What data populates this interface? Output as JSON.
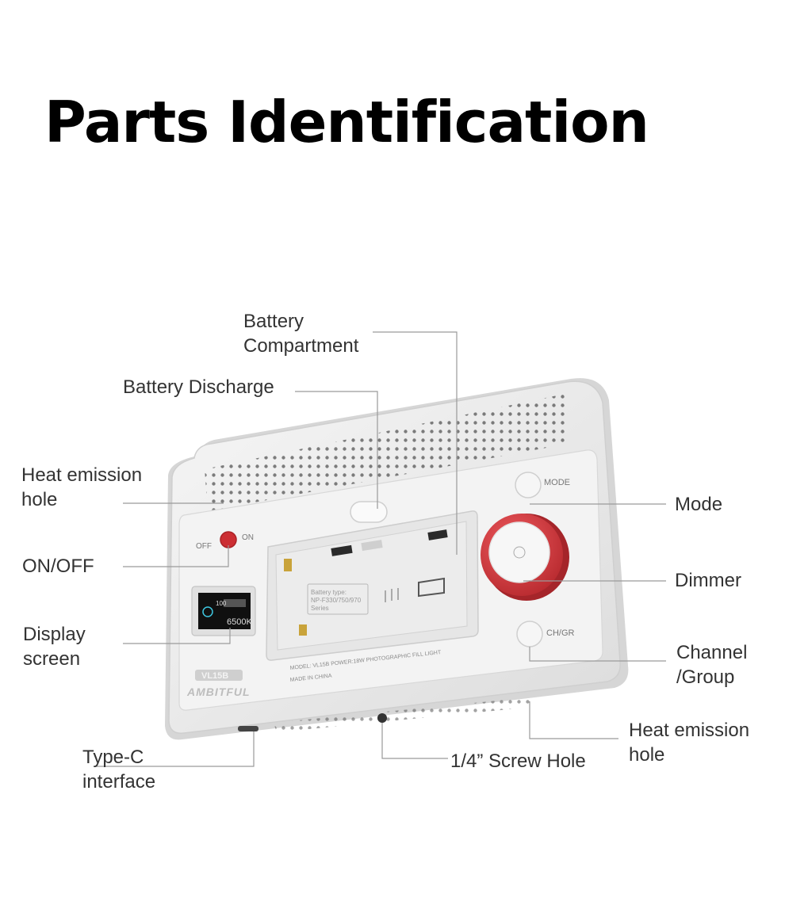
{
  "title": "Parts Identification",
  "labels": {
    "battery_compartment": "Battery\nCompartment",
    "battery_discharge": "Battery Discharge",
    "heat_emission_left": "Heat emission\nhole",
    "on_off": "ON/OFF",
    "display_screen": "Display\nscreen",
    "type_c": "Type-C\ninterface",
    "screw_hole": "1/4” Screw Hole",
    "heat_emission_bottom": "Heat emission\nhole",
    "mode": "Mode",
    "dimmer": "Dimmer",
    "channel_group": "Channel\n/Group"
  },
  "device": {
    "switch_off": "OFF",
    "switch_on": "ON",
    "mode_button": "MODE",
    "chgr_button": "CH/GR",
    "model_badge": "VL15B",
    "brand": "AMBITFUL",
    "model_line": "MODEL: VL15B  POWER:18W  PHOTOGRAPHIC FILL LIGHT",
    "made_in": "MADE IN CHINA",
    "battery_type": "Battery type:\nNP-F330/750/970\nSeries",
    "screen_temp": "6500K",
    "screen_value": "100"
  },
  "colors": {
    "dimmer_red": "#d8373c",
    "leader_line": "#9a9a9a",
    "device_body": "#eeeeee"
  }
}
